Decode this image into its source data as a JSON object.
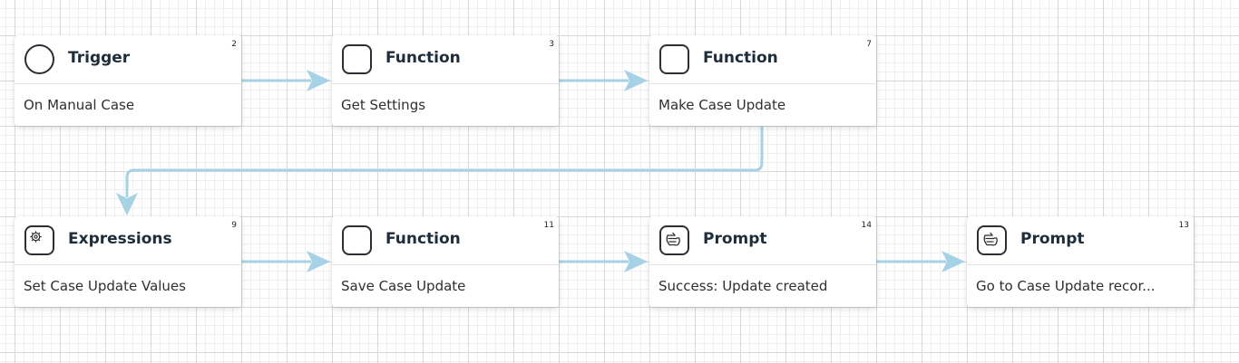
{
  "colors": {
    "connector": "#a7d2e6",
    "title": "#1d2d3b",
    "icon_border": "#2b2f33"
  },
  "nodes": [
    {
      "type": "Trigger",
      "number": "2",
      "description": "On Manual Case",
      "icon": "circle-icon"
    },
    {
      "type": "Function",
      "number": "3",
      "description": "Get Settings",
      "icon": "function-icon"
    },
    {
      "type": "Function",
      "number": "7",
      "description": "Make Case Update",
      "icon": "function-icon"
    },
    {
      "type": "Expressions",
      "number": "9",
      "description": "Set Case Update Values",
      "icon": "gear-icon"
    },
    {
      "type": "Function",
      "number": "11",
      "description": "Save Case Update",
      "icon": "function-icon"
    },
    {
      "type": "Prompt",
      "number": "14",
      "description": "Success: Update created",
      "icon": "hand-icon"
    },
    {
      "type": "Prompt",
      "number": "13",
      "description": "Go to Case Update recor...",
      "icon": "hand-icon"
    }
  ]
}
